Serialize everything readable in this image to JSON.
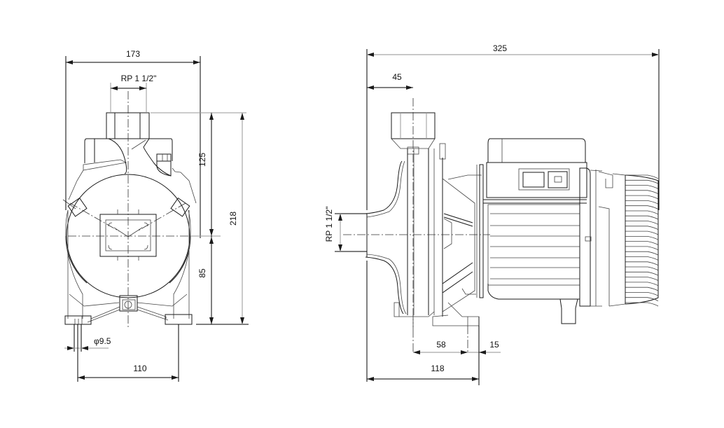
{
  "drawing": {
    "title": "Pump dimensional drawing",
    "front_view": {
      "width_label": "173",
      "port_label": "RP 1 1/2\"",
      "upper_height_label": "125",
      "lower_height_label": "85",
      "total_height_label": "218",
      "hole_diameter_label": "φ9.5",
      "foot_spacing_label": "110"
    },
    "side_view": {
      "total_length_label": "325",
      "outlet_offset_label": "45",
      "inlet_port_label": "RP 1 1/2\"",
      "foot_span_label": "58",
      "foot_offset_label": "15",
      "foot_to_inlet_label": "118"
    },
    "colors": {
      "line": "#1a1a1a",
      "dimension_gray": "#a8a8a8",
      "background": "#ffffff"
    }
  }
}
